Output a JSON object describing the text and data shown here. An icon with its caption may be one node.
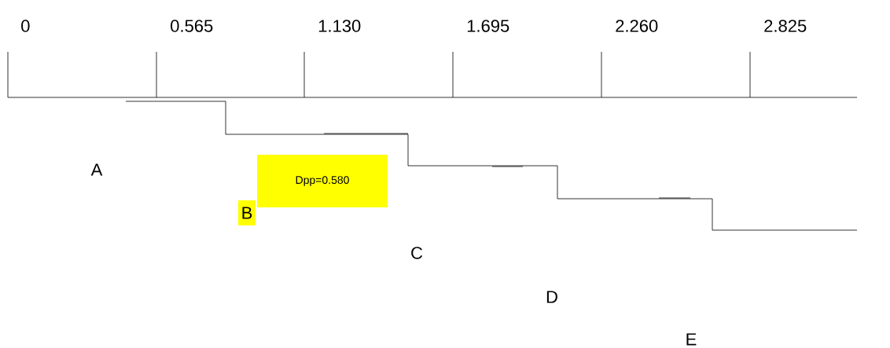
{
  "diagram": {
    "nodes": [
      {
        "text": [
          "Dpp=0.580"
        ]
      },
      {
        "text": [
          "B"
        ]
      }
    ],
    "labels": [
      "0",
      "0.565",
      "1.130",
      "1.695",
      "2.260",
      "2.825",
      "A",
      "C",
      "D",
      "E"
    ]
  }
}
